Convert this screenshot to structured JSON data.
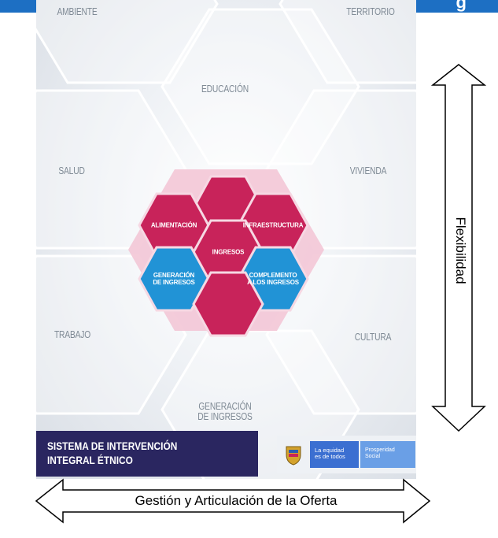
{
  "header": {
    "title_fragment": "g"
  },
  "poster": {
    "outer_labels": {
      "ambiente": "AMBIENTE",
      "territorio": "TERRITORIO",
      "educacion": "EDUCACIÓN",
      "salud": "SALUD",
      "vivienda": "VIVIENDA",
      "trabajo": "TRABAJO",
      "cultura": "CULTURA",
      "generacion_line1": "GENERACIÓN",
      "generacion_line2": "DE INGRESOS"
    },
    "center": {
      "alimentacion": "ALIMENTACIÓN",
      "infraestructura": "INFRAESTRUCTURA",
      "ingresos": "INGRESOS",
      "generacion_line1": "GENERACIÓN",
      "generacion_line2": "DE INGRESOS",
      "complemento_line1": "COMPLEMENTO",
      "complemento_line2": "A LOS INGRESOS"
    },
    "banner": {
      "line1": "SISTEMA DE INTERVENCIÓN",
      "line2": "INTEGRAL ÉTNICO"
    },
    "logos": {
      "brand1_line1": "La equidad",
      "brand1_line2": "es de todos",
      "brand2_line1": "Prosperidad",
      "brand2_line2": "Social"
    }
  },
  "axes": {
    "vertical_label": "Flexibilidad",
    "horizontal_label": "Gestión y Articulación de la Oferta"
  },
  "colors": {
    "crimson": "#c8235a",
    "blue": "#2193d6",
    "banner": "#2a2660",
    "topbar": "#1d6fc3"
  }
}
